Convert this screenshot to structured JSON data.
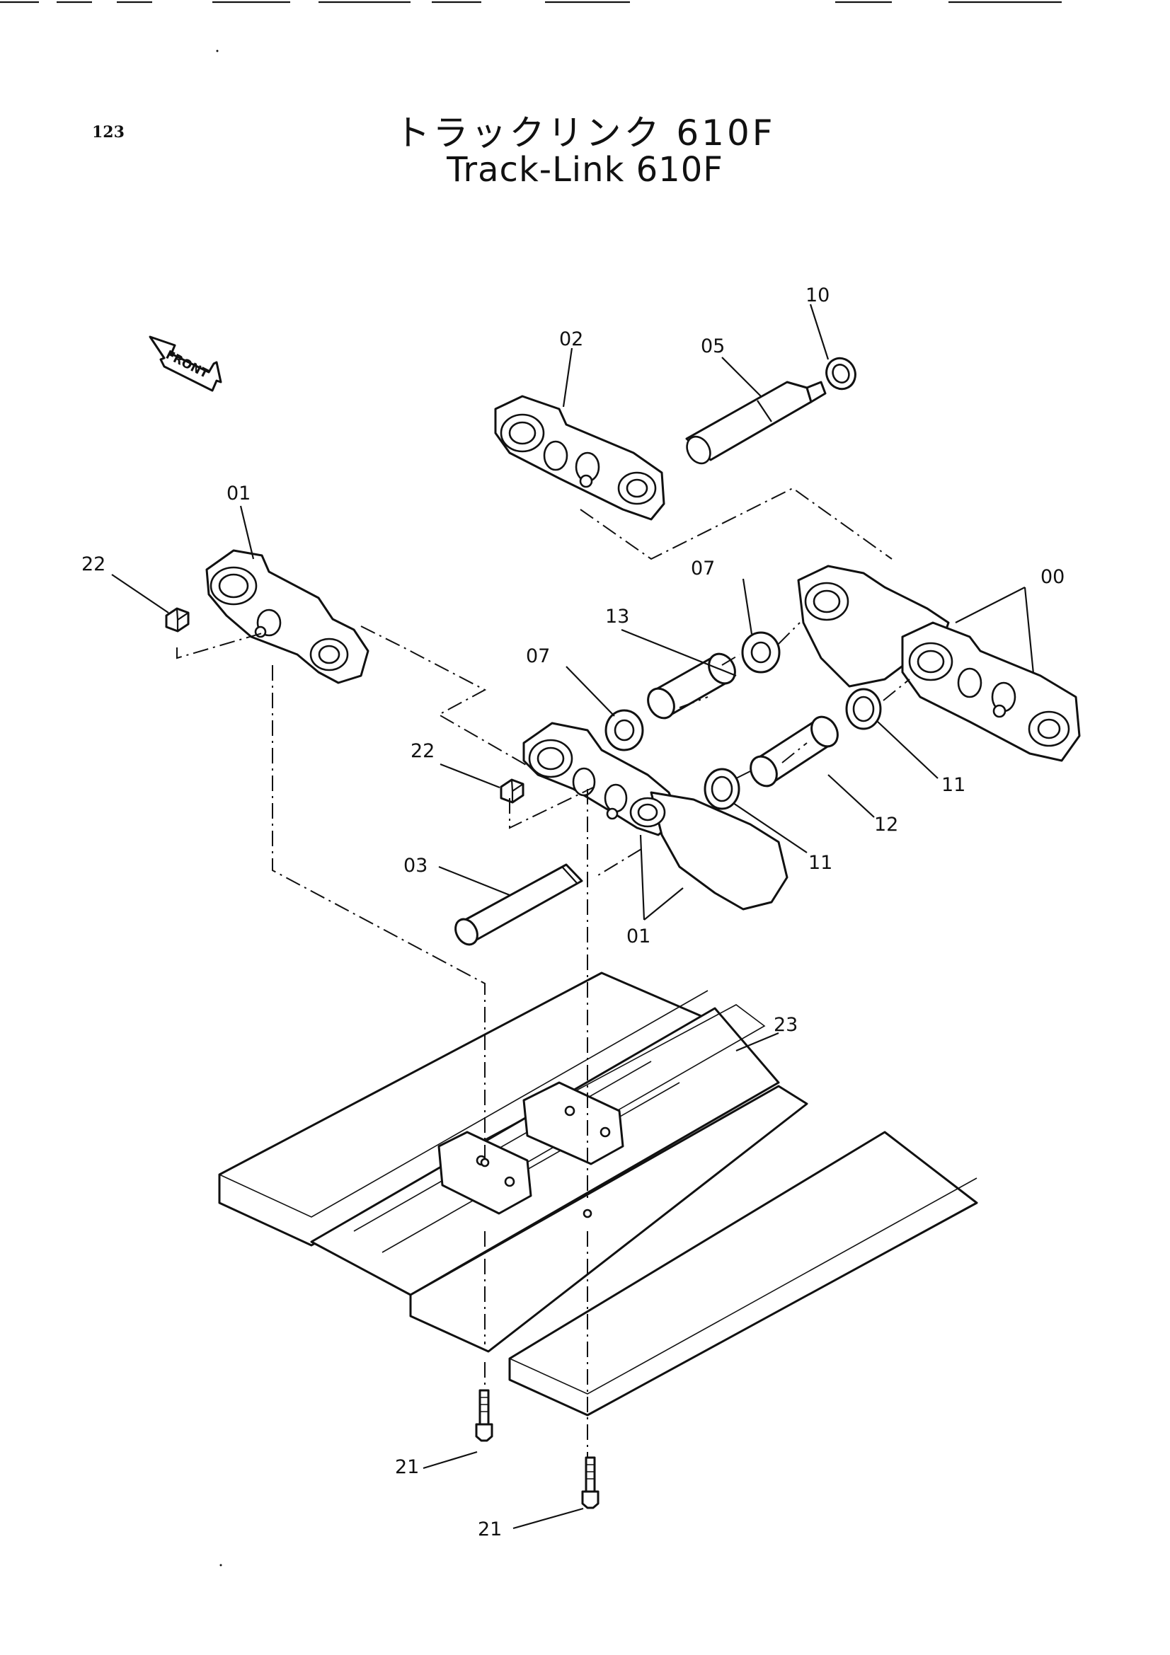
{
  "page_number": "123",
  "title_jp": "トラックリンク 610F",
  "title_en": "Track-Link 610F",
  "front_label": "FRONT",
  "callouts": {
    "c00": "00",
    "c01a": "01",
    "c01b": "01",
    "c02": "02",
    "c03": "03",
    "c05": "05",
    "c07a": "07",
    "c07b": "07",
    "c10": "10",
    "c11a": "11",
    "c11b": "11",
    "c12": "12",
    "c13": "13",
    "c21a": "21",
    "c21b": "21",
    "c22a": "22",
    "c22b": "22",
    "c23": "23"
  }
}
